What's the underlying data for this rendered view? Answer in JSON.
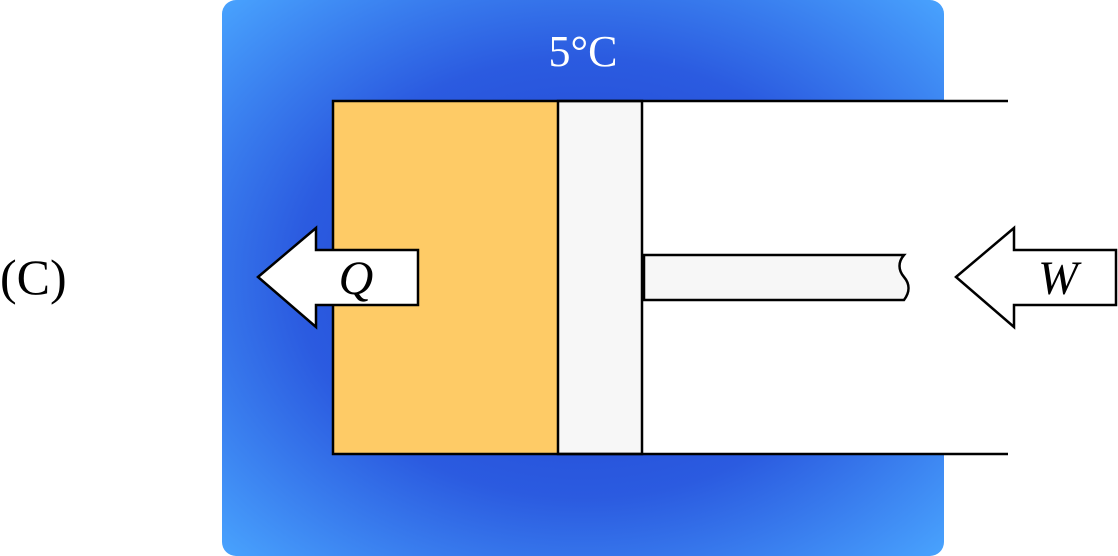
{
  "option_label": "(C)",
  "reservoir": {
    "temperature_label": "5°C",
    "color_edge": "#4aa6ff",
    "color_center": "#1e3fcf"
  },
  "gas": {
    "color": "#fecb66"
  },
  "piston": {
    "color": "#f7f7f7"
  },
  "heat_arrow": {
    "label": "Q",
    "direction": "left"
  },
  "work_arrow": {
    "label": "W",
    "direction": "left"
  }
}
